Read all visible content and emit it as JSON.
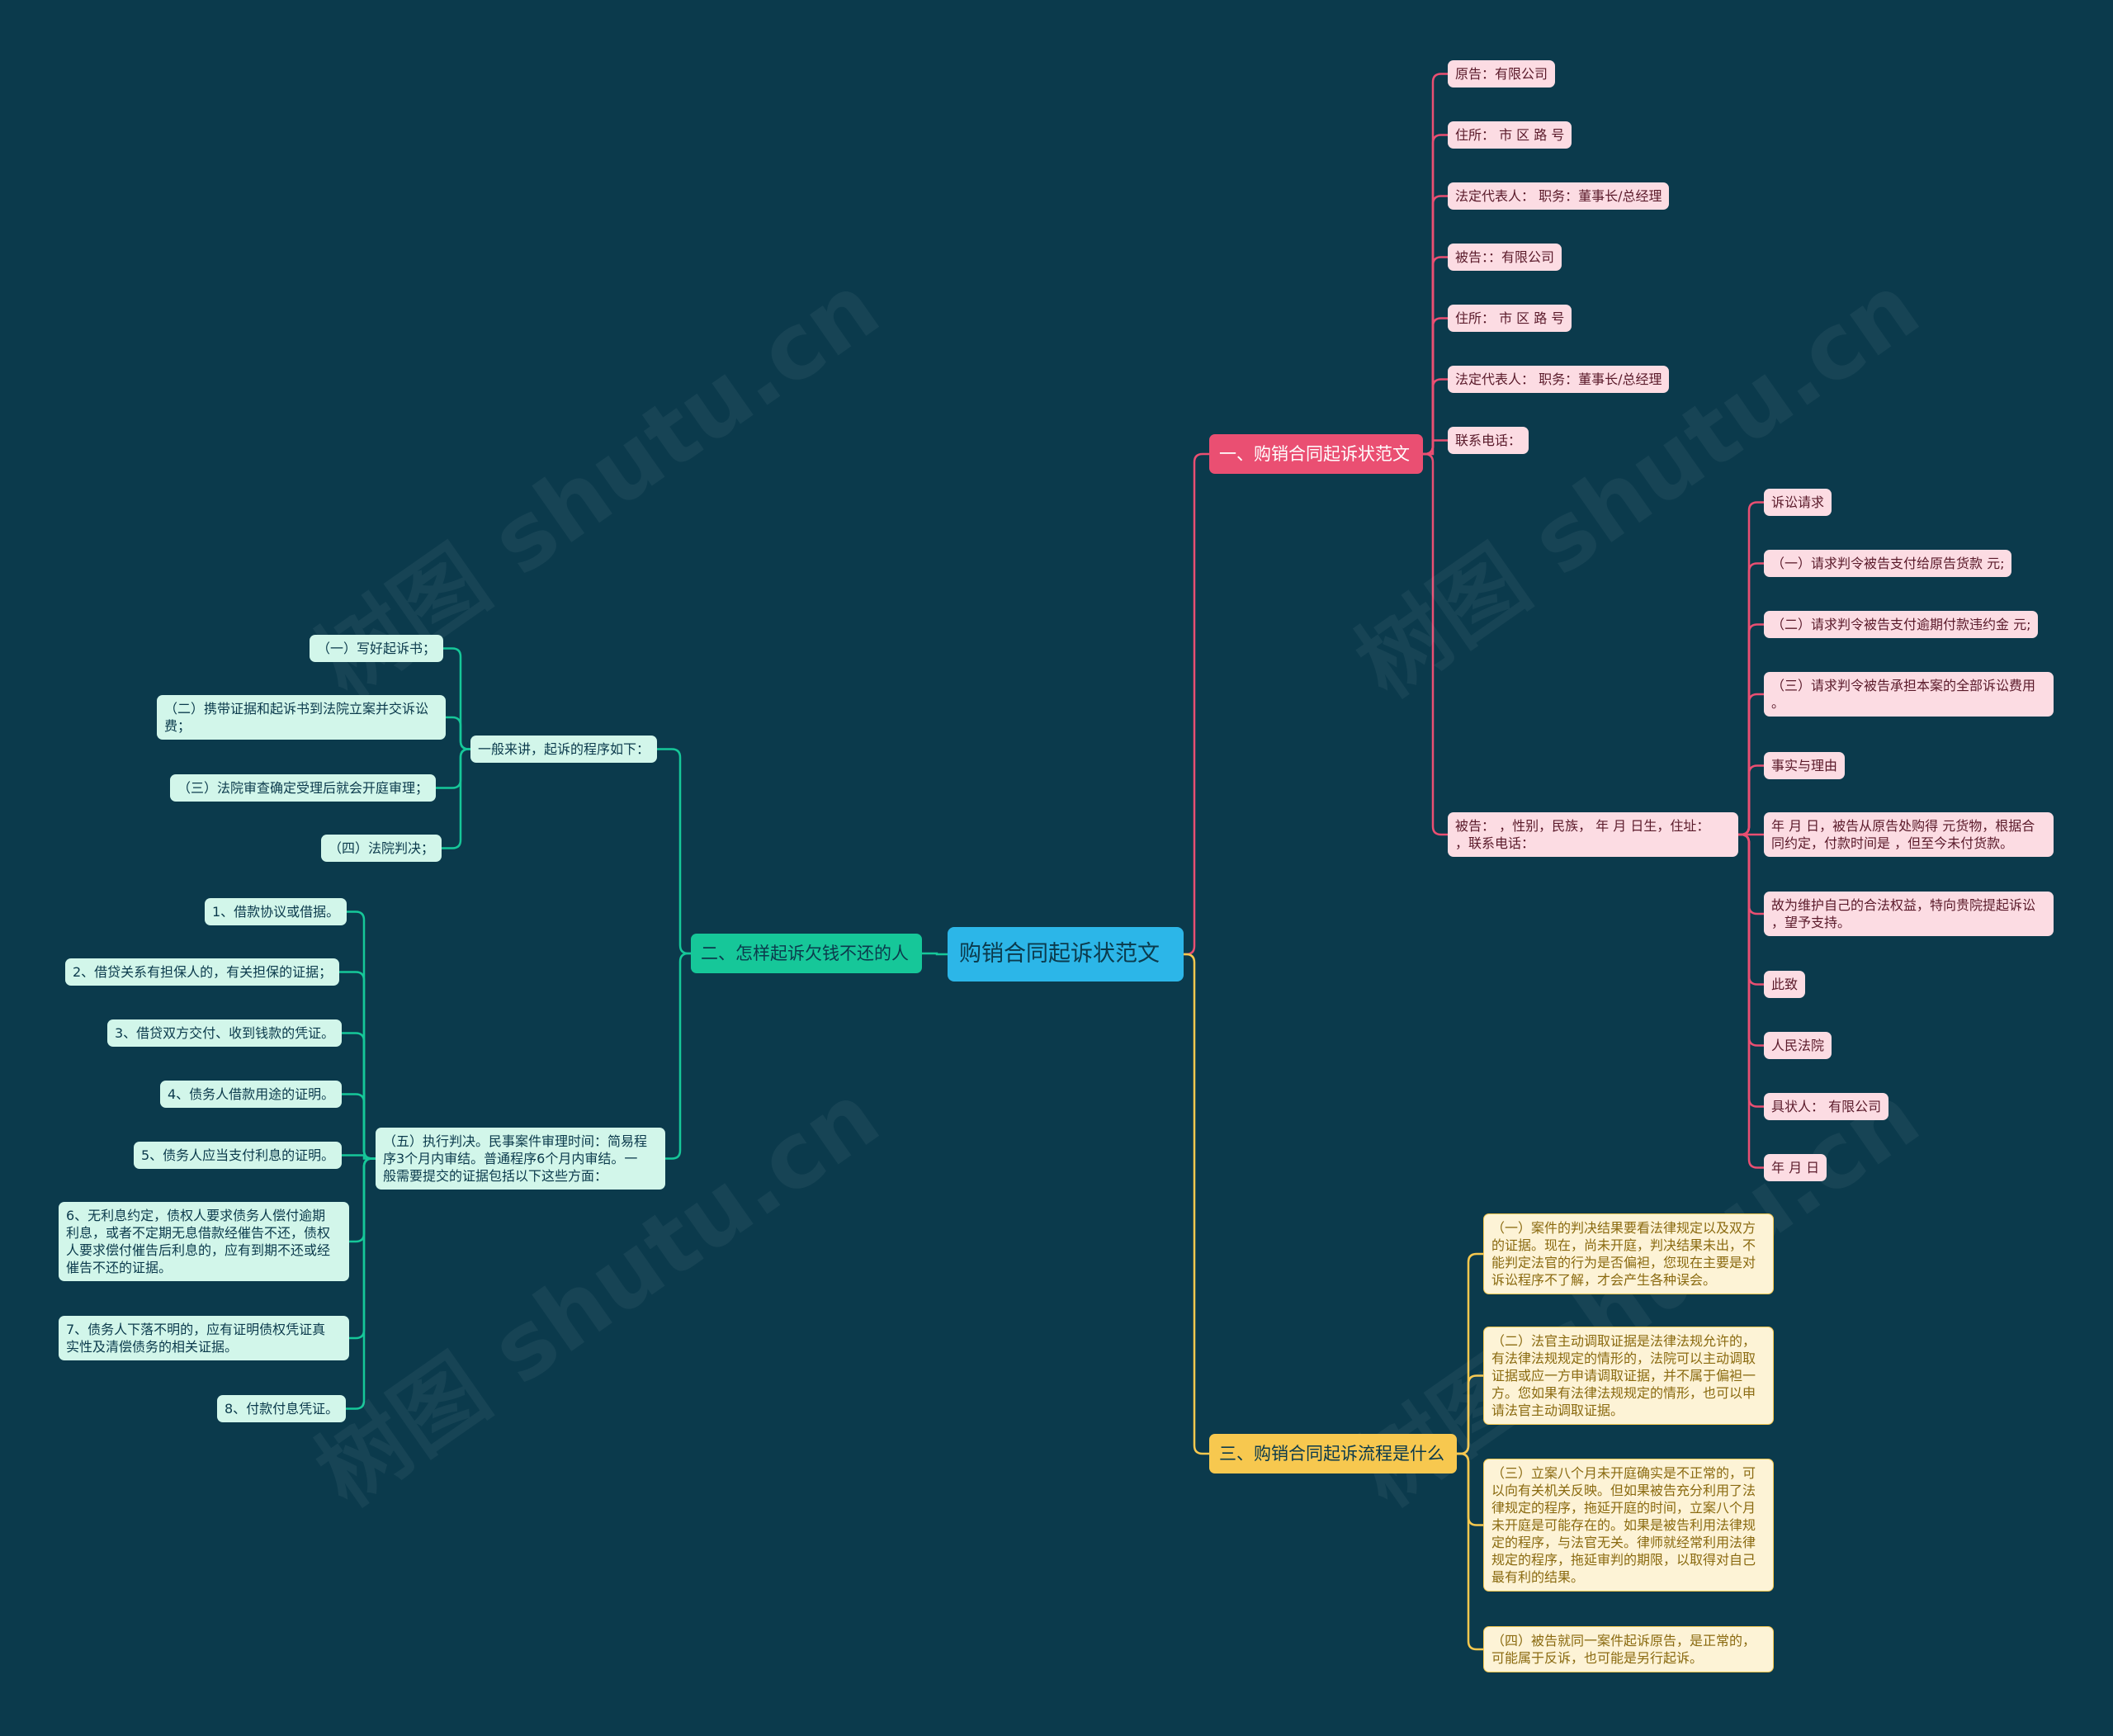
{
  "root": {
    "label": "购销合同起诉状范文"
  },
  "watermark": "树图 shutu.cn",
  "colors": {
    "background": "#0b3a4c",
    "root": "#2cb6e8",
    "branch1": "#ea4f72",
    "branch2": "#16c799",
    "branch3": "#f7c84f"
  },
  "branch1": {
    "label": "一、购销合同起诉状范文",
    "items": [
      "原告：有限公司",
      "住所： 市 区 路 号",
      "法定代表人： 职务：董事长/总经理",
      "被告：：有限公司",
      "住所： 市 区 路 号",
      "法定代表人： 职务：董事长/总经理",
      "联系电话："
    ],
    "defendant": {
      "label": "被告： ，性别，民族， 年 月 日生，住址：\n，联系电话：",
      "items": [
        "诉讼请求",
        "（一）请求判令被告支付给原告货款 元;",
        "（二）请求判令被告支付逾期付款违约金 元;",
        "（三）请求判令被告承担本案的全部诉讼费用\n。",
        "事实与理由",
        "年 月 日，被告从原告处购得 元货物，根据合\n同约定，付款时间是 ，但至今未付货款。",
        "故为维护自己的合法权益，特向贵院提起诉讼\n，望予支持。",
        "此致",
        "人民法院",
        "具状人： 有限公司",
        "年 月 日"
      ]
    }
  },
  "branch2": {
    "label": "二、怎样起诉欠钱不还的人",
    "group1": {
      "label": "一般来讲，起诉的程序如下：",
      "items": [
        "（一）写好起诉书；",
        "（二）携带证据和起诉书到法院立案并交诉讼\n费；",
        "（三）法院审查确定受理后就会开庭审理；",
        "（四）法院判决；"
      ]
    },
    "group2": {
      "label": "（五）执行判决。民事案件审理时间：简易程\n序3个月内审结。普通程序6个月内审结。一\n般需要提交的证据包括以下这些方面：",
      "items": [
        "1、借款协议或借据。",
        "2、借贷关系有担保人的，有关担保的证据；",
        "3、借贷双方交付、收到钱款的凭证。",
        "4、债务人借款用途的证明。",
        "5、债务人应当支付利息的证明。",
        "6、无利息约定，债权人要求债务人偿付逾期\n利息，或者不定期无息借款经催告不还，债权\n人要求偿付催告后利息的，应有到期不还或经\n催告不还的证据。",
        "7、债务人下落不明的，应有证明债权凭证真\n实性及清偿债务的相关证据。",
        "8、付款付息凭证。"
      ]
    }
  },
  "branch3": {
    "label": "三、购销合同起诉流程是什么",
    "items": [
      "（一）案件的判决结果要看法律规定以及双方\n的证据。现在，尚未开庭，判决结果未出，不\n能判定法官的行为是否偏袒，您现在主要是对\n诉讼程序不了解，才会产生各种误会。",
      "（二）法官主动调取证据是法律法规允许的，\n有法律法规规定的情形的，法院可以主动调取\n证据或应一方申请调取证据，并不属于偏袒一\n方。您如果有法律法规规定的情形，也可以申\n请法官主动调取证据。",
      "（三）立案八个月未开庭确实是不正常的，可\n以向有关机关反映。但如果被告充分利用了法\n律规定的程序，拖延开庭的时间，立案八个月\n未开庭是可能存在的。如果是被告利用法律规\n定的程序，与法官无关。律师就经常利用法律\n规定的程序，拖延审判的期限，以取得对自己\n最有利的结果。",
      "（四）被告就同一案件起诉原告，是正常的，\n可能属于反诉，也可能是另行起诉。"
    ]
  }
}
